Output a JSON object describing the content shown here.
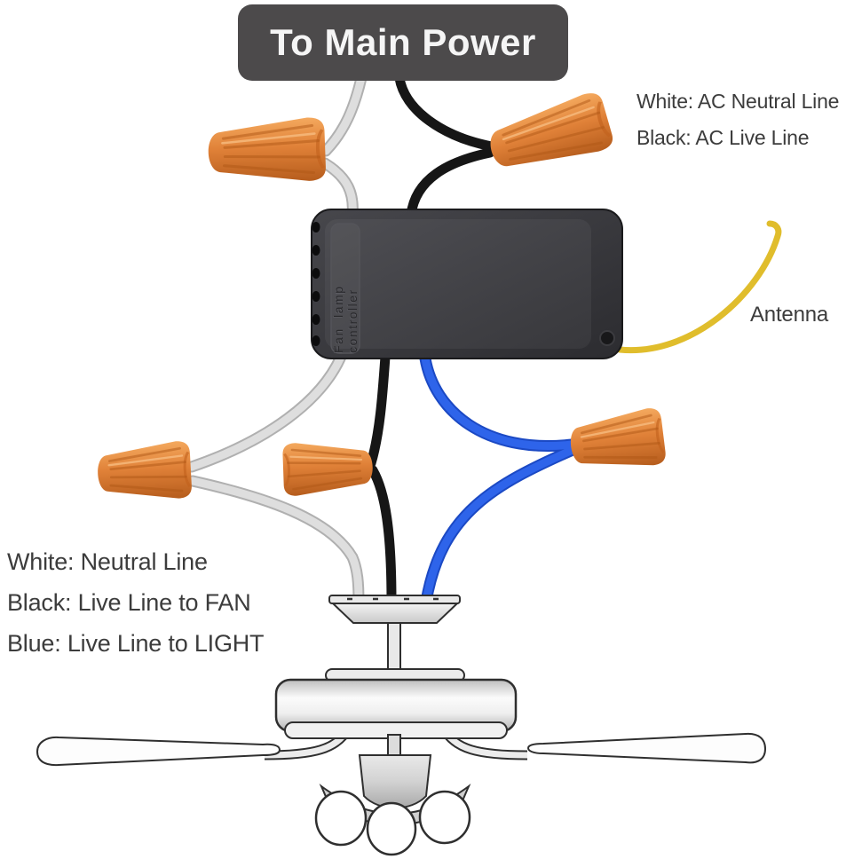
{
  "badge": {
    "label": "To Main Power"
  },
  "legend_ac": {
    "white_line": "White: AC Neutral Line",
    "black_line": "Black: AC Live Line"
  },
  "antenna": {
    "label": "Antenna"
  },
  "legend_out": {
    "white_line": "White: Neutral Line",
    "black_line": "Black: Live Line to FAN",
    "blue_line": "Blue: Live Line to LIGHT"
  },
  "controller": {
    "label": "Fan lamp controller"
  },
  "icons": {
    "wire_connector": "orange-twist-wire-nut",
    "controller_box": "black-fan-lamp-receiver-box",
    "antenna_wire": "yellow-antenna-wire",
    "ceiling_fan": "ceiling-fan-with-three-bulb-light-kit"
  },
  "colors": {
    "wire_white": "#dedede",
    "wire_white_edge": "#b0b0b0",
    "wire_black": "#161616",
    "wire_blue": "#2e64ea",
    "wire_blue_edge": "#1b49c4",
    "wire_yellow": "#e0bd2c",
    "nut_orange": "#e08138",
    "badge_bg": "#4c4a4b",
    "label_text": "#3c3c3c"
  }
}
